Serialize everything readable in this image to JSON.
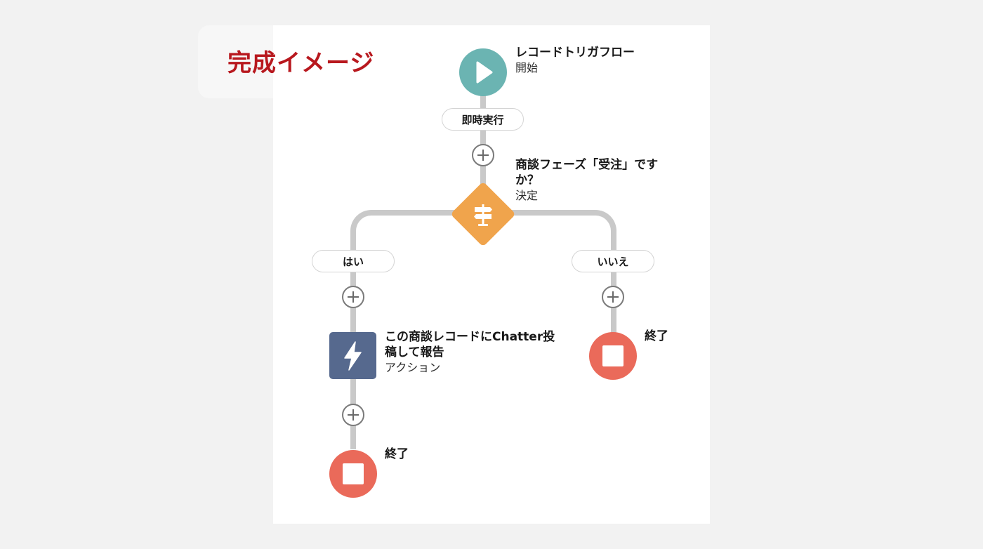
{
  "title": "完成イメージ",
  "flow": {
    "start": {
      "name": "レコードトリガフロー",
      "type": "開始",
      "icon": "play-icon"
    },
    "run_label": "即時実行",
    "decision": {
      "name_line1": "商談フェーズ「受注」です",
      "name_line2": "か？",
      "type": "決定",
      "icon": "signpost-icon"
    },
    "branches": {
      "yes": {
        "label": "はい",
        "action": {
          "name_line1": "この商談レコードにChatter投",
          "name_line2": "稿して報告",
          "type": "アクション",
          "icon": "lightning-bolt-icon"
        },
        "end": {
          "name": "終了",
          "icon": "stop-icon"
        }
      },
      "no": {
        "label": "いいえ",
        "end": {
          "name": "終了",
          "icon": "stop-icon"
        }
      }
    }
  },
  "colors": {
    "title": "#b8181e",
    "start": "#6bb4b2",
    "decision": "#f0a44c",
    "action": "#56698e",
    "end": "#ea6a5a",
    "connector": "#c9c9c9"
  }
}
